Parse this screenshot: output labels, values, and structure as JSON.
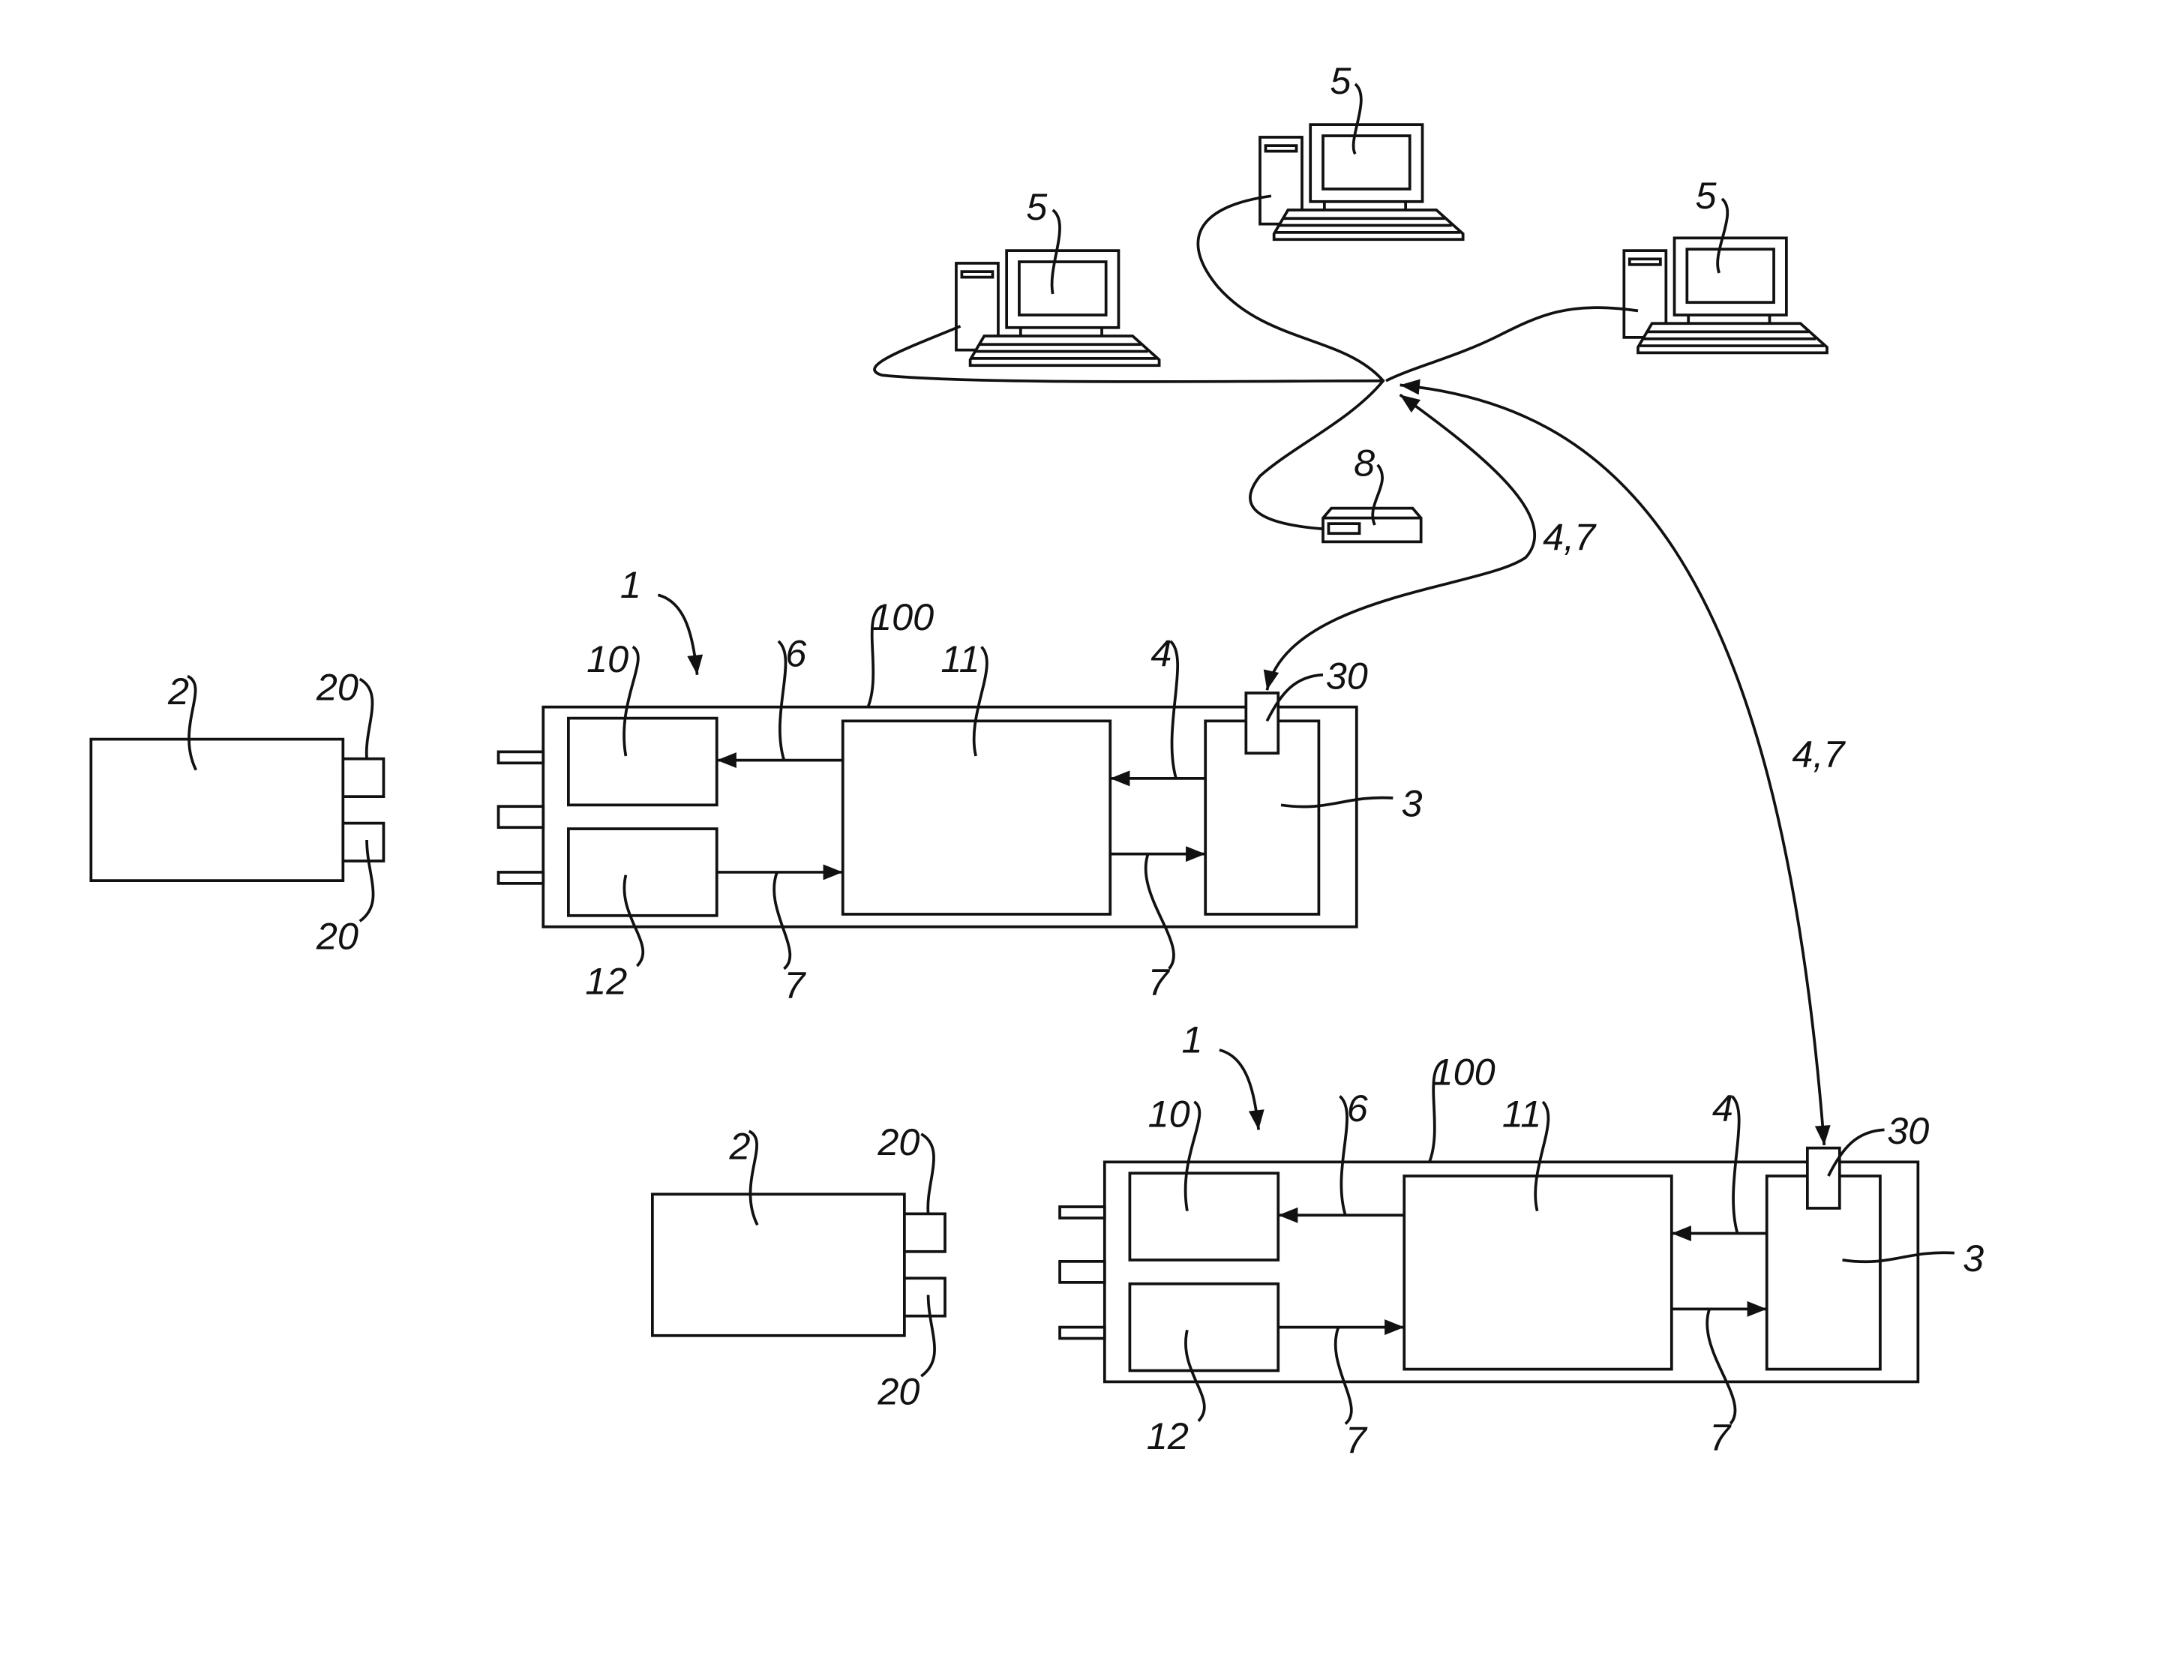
{
  "figure": {
    "labels": {
      "computer": "5",
      "router": "8",
      "link_top": "4,7",
      "link_right": "4,7",
      "system": "1",
      "housing": "100",
      "unit10": "10",
      "unit11": "11",
      "unit12": "12",
      "unit3": "3",
      "antenna": "30",
      "signal6": "6",
      "signal4": "4",
      "signal7": "7",
      "device": "2",
      "connector": "20"
    }
  }
}
